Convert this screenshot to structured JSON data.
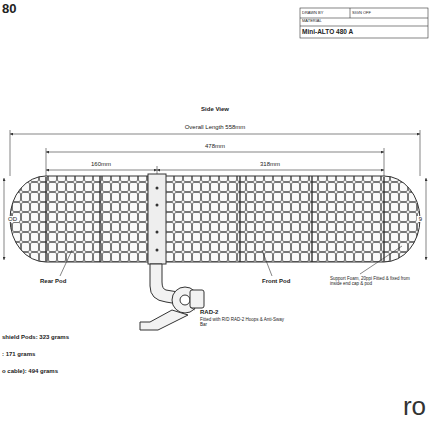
{
  "diagram": {
    "labels": [
      "80",
      "DRAWN BY",
      "SIGN OFF",
      "MATERIAL",
      "Mini-ALTO 480 A",
      "Side View",
      "Overall Length 558mm",
      "478mm",
      "160mm",
      "318mm",
      "OD",
      "9",
      "Rear Pod",
      "Front Pod",
      "RAD-2",
      "Fitted with R/D RAD-2 Hoops & Anti-Sway Bar",
      "Support Foam, 20ppi Fitted & fixed from inside end cap & pod",
      "shield Pods: 323 grams",
      ": 171 grams",
      "o cable): 494 grams",
      "ro"
    ]
  }
}
